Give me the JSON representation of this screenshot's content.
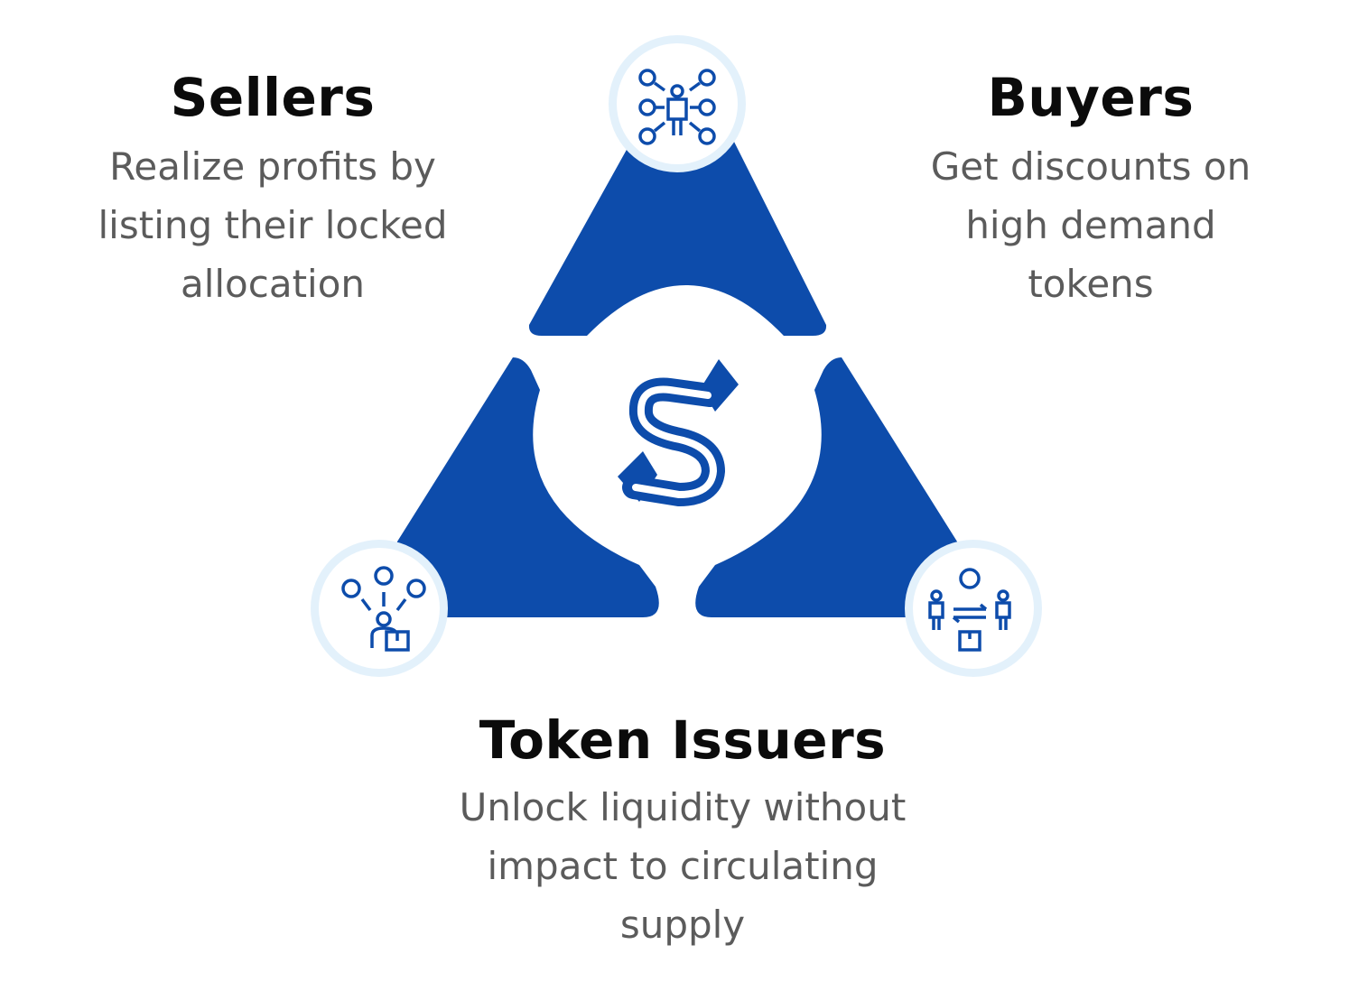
{
  "colors": {
    "primary": "#0d4cab",
    "ring": "#e3f1fb",
    "title": "#0b0b0b",
    "text": "#5b5b5b"
  },
  "nodes": {
    "sellers": {
      "title": "Sellers",
      "lines": [
        "Realize profits by",
        "listing their locked",
        "allocation"
      ],
      "icon": "person-with-dollar-coins-icon"
    },
    "buyers": {
      "title": "Buyers",
      "lines": [
        "Get discounts on",
        "high demand",
        "tokens"
      ],
      "icon": "people-exchange-dollar-icon"
    },
    "issuers": {
      "title": "Token Issuers",
      "lines": [
        "Unlock liquidity without",
        "impact to circulating",
        "supply"
      ],
      "icon": "distribute-to-users-icon"
    }
  },
  "center": {
    "icon": "s-swap-arrows-logo"
  }
}
